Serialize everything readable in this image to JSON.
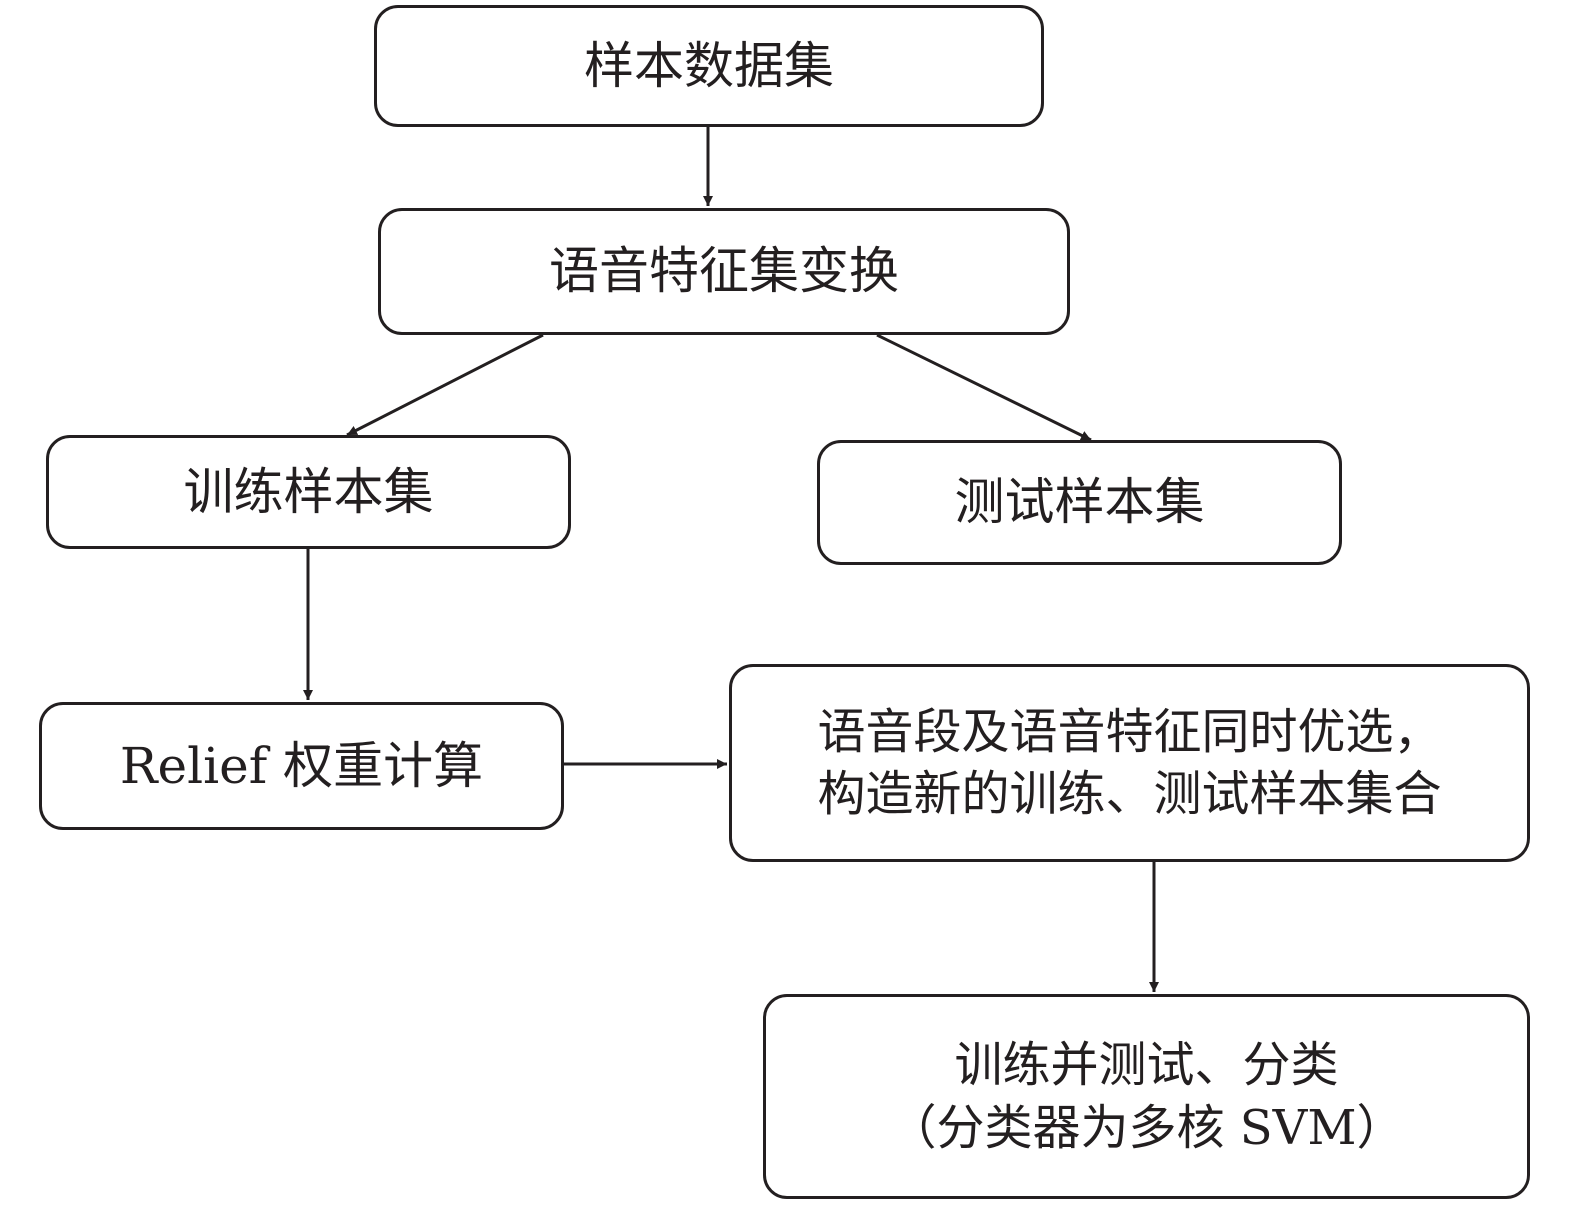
{
  "nodes": {
    "dataset": {
      "lines": [
        "样本数据集"
      ]
    },
    "transform": {
      "lines": [
        "语音特征集变换"
      ]
    },
    "train": {
      "lines": [
        "训练样本集"
      ]
    },
    "test": {
      "lines": [
        "测试样本集"
      ]
    },
    "relief": {
      "lines": [
        "Relief 权重计算"
      ]
    },
    "select": {
      "lines": [
        "语音段及语音特征同时优选，",
        "构造新的训练、测试样本集合"
      ]
    },
    "classify": {
      "lines": [
        "训练并测试、分类",
        "（分类器为多核 SVM）"
      ]
    }
  },
  "edges": [
    {
      "from": "dataset",
      "to": "transform"
    },
    {
      "from": "transform",
      "to": "train"
    },
    {
      "from": "transform",
      "to": "test"
    },
    {
      "from": "train",
      "to": "relief"
    },
    {
      "from": "relief",
      "to": "select"
    },
    {
      "from": "select",
      "to": "classify"
    }
  ],
  "colors": {
    "stroke": "#231f20",
    "background": "#ffffff"
  }
}
